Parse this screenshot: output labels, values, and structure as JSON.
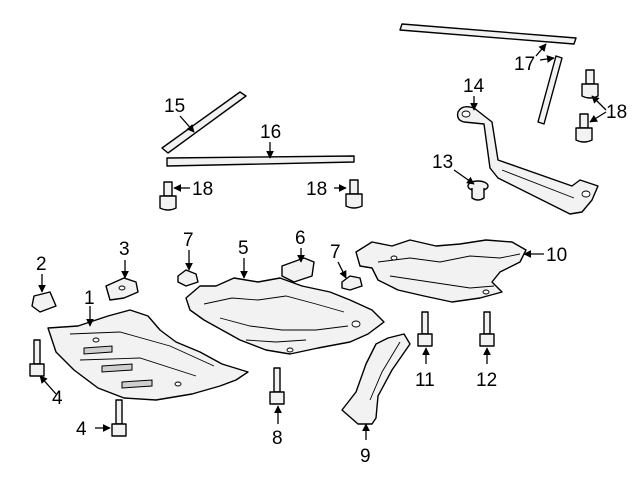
{
  "callouts": [
    {
      "id": "c1",
      "text": "1"
    },
    {
      "id": "c2",
      "text": "2"
    },
    {
      "id": "c3",
      "text": "3"
    },
    {
      "id": "c4a",
      "text": "4"
    },
    {
      "id": "c4b",
      "text": "4"
    },
    {
      "id": "c5",
      "text": "5"
    },
    {
      "id": "c6",
      "text": "6"
    },
    {
      "id": "c7a",
      "text": "7"
    },
    {
      "id": "c7b",
      "text": "7"
    },
    {
      "id": "c8",
      "text": "8"
    },
    {
      "id": "c9",
      "text": "9"
    },
    {
      "id": "c10",
      "text": "10"
    },
    {
      "id": "c11",
      "text": "11"
    },
    {
      "id": "c12",
      "text": "12"
    },
    {
      "id": "c13",
      "text": "13"
    },
    {
      "id": "c14",
      "text": "14"
    },
    {
      "id": "c15",
      "text": "15"
    },
    {
      "id": "c16",
      "text": "16"
    },
    {
      "id": "c17",
      "text": "17"
    },
    {
      "id": "c18a",
      "text": "18"
    },
    {
      "id": "c18b",
      "text": "18"
    },
    {
      "id": "c18c",
      "text": "18"
    }
  ]
}
